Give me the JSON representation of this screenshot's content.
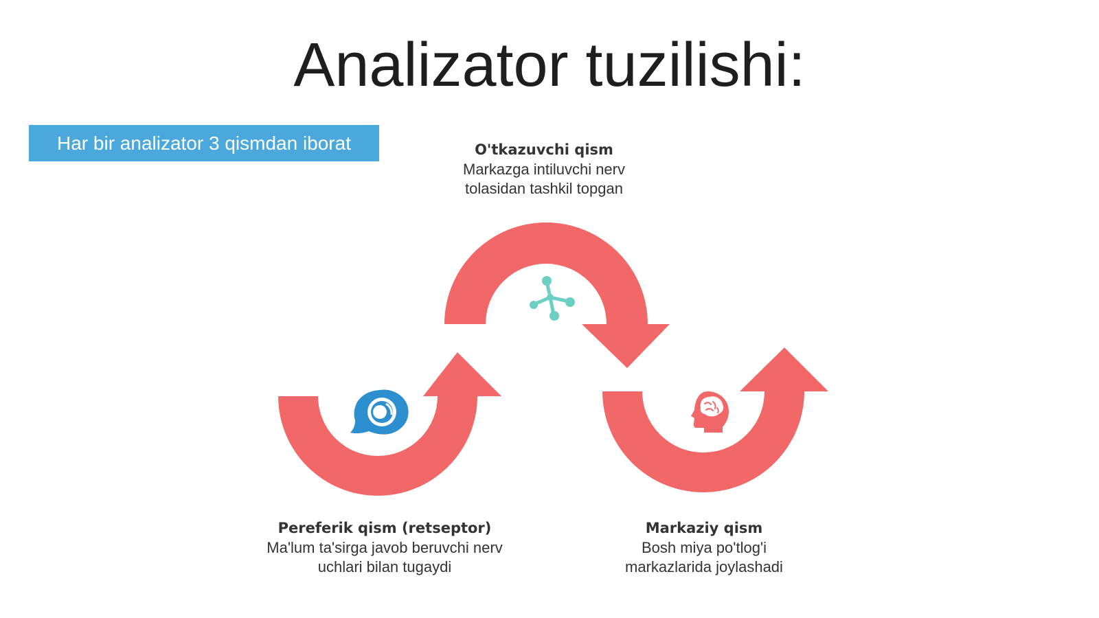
{
  "slide": {
    "title": "Analizator tuzilishi:",
    "badge": "Har bir analizator 3 qismdan iborat"
  },
  "parts": {
    "transmitting": {
      "heading": "O'tkazuvchi qism",
      "line1": "Markazga intiluvchi nerv",
      "line2": "tolasidan tashkil topgan",
      "icon": "nerve-network-icon"
    },
    "peripheral": {
      "heading": "Pereferik qism (retseptor)",
      "line1": "Ma'lum ta'sirga javob beruvchi nerv",
      "line2": "uchlari bilan tugaydi",
      "icon": "eye-receptor-icon"
    },
    "central": {
      "heading": "Markaziy qism",
      "line1": "Bosh miya po'tlog'i",
      "line2": "markazlarida joylashadi",
      "icon": "head-brain-icon"
    }
  },
  "colors": {
    "arrow": "#f26868",
    "badge": "#4aa8dc",
    "nerve_icon": "#6ccfc4",
    "eye_icon": "#2c8fd0",
    "brain_icon": "#f26868",
    "text": "#333333",
    "title": "#1e1e1e"
  }
}
